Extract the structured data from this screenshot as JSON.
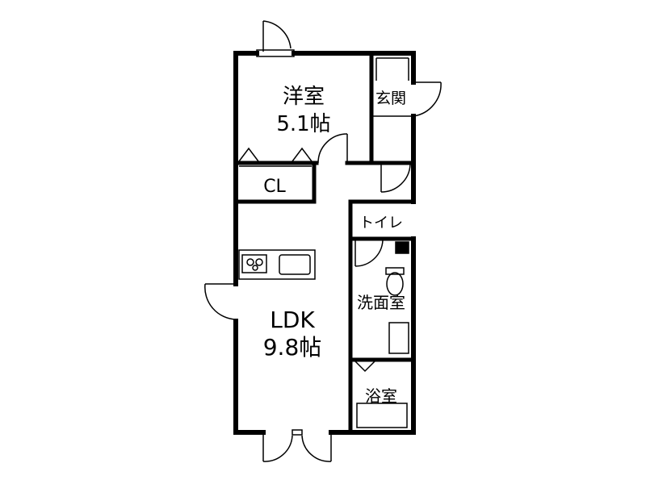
{
  "floor_plan": {
    "rooms": {
      "western_room": {
        "name": "洋室",
        "size": "5.1帖"
      },
      "closet": {
        "name": "CL"
      },
      "entrance": {
        "name": "玄関"
      },
      "toilet": {
        "name": "トイレ"
      },
      "ldk": {
        "name": "LDK",
        "size": "9.8帖"
      },
      "washroom": {
        "name": "洗面室"
      },
      "bathroom": {
        "name": "浴室"
      }
    },
    "colors": {
      "wall": "#000000",
      "background": "#ffffff",
      "fixture": "#555555"
    }
  }
}
